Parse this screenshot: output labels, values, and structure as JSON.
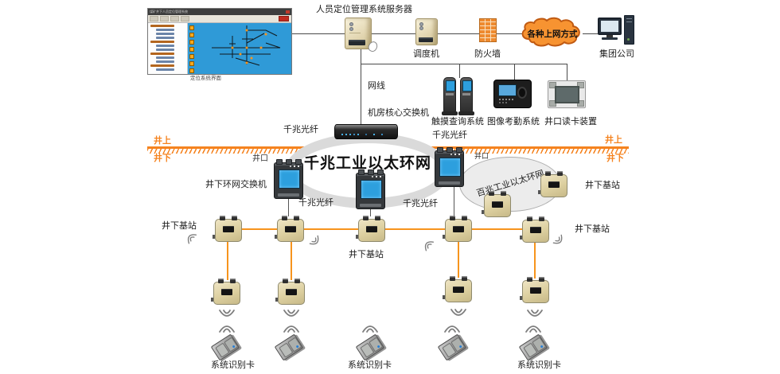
{
  "window": {
    "title": "煤矿井下人员定位管理系统",
    "caption": "定位系统界面"
  },
  "nodes": {
    "server": "人员定位管理系统服务器",
    "dispatcher": "调度机",
    "firewall": "防火墙",
    "cloud": "各种上网方式",
    "company": "集团公司",
    "cable": "网线",
    "core_switch": "机房核心交换机",
    "touch_query": "触摸查询系统",
    "attendance": "图像考勤系统",
    "wellhead_reader": "井口读卡装置",
    "ring_switch": "井下环网交换机",
    "base_station": "井下基站",
    "id_card": "系统识别卡"
  },
  "rings": {
    "gigabit": "千兆工业以太环网",
    "fast": "百兆工业以太环网",
    "fiber": "千兆光纤"
  },
  "ground": {
    "surface": "井上",
    "underground": "井下",
    "wellhead": "井口"
  },
  "colors": {
    "ground_orange": "#F5831F",
    "cable_orange": "#F7941D",
    "map_blue": "#2F9AD7",
    "ring_gray": "#DADADA",
    "station_beige": "#DCCF9F",
    "screen_blue": "#2D9FDE"
  }
}
